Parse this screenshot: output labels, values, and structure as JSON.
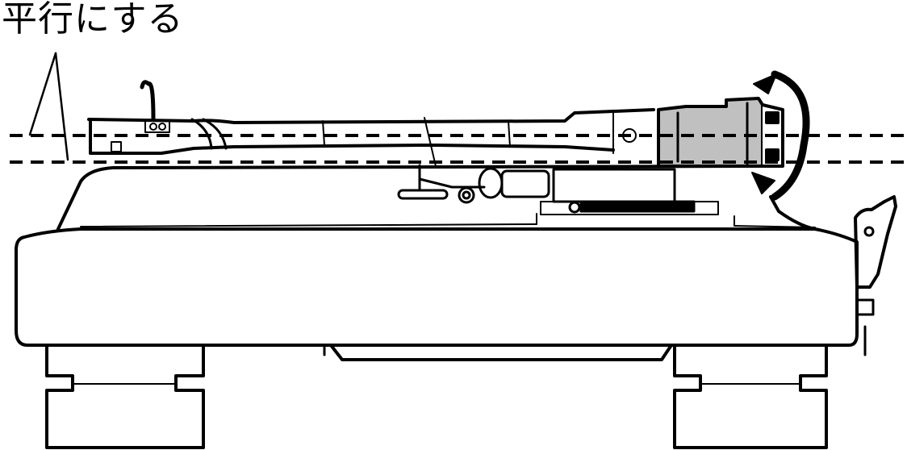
{
  "diagram": {
    "caption": "平行にする",
    "subject": "turntable side view with tonearm",
    "annotations": [
      {
        "type": "reference-lines",
        "style": "dashed",
        "count": 2,
        "meaning": "make parallel"
      },
      {
        "type": "rotation-arrows",
        "target": "counterweight",
        "direction": "rotate"
      }
    ],
    "parts": [
      "headshell",
      "finger-lift",
      "tonearm-pipe",
      "arm-lift",
      "anti-skate-dial",
      "arm-base",
      "counterweight",
      "plinth",
      "front-foot",
      "rear-foot",
      "dust-cover-hinge"
    ],
    "colors": {
      "line": "#000000",
      "background": "#ffffff",
      "counterweight_fill": "#c0c0c0"
    }
  }
}
